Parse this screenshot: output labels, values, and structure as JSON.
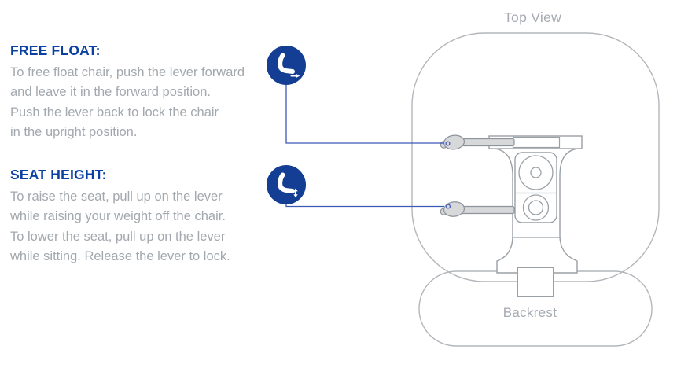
{
  "colors": {
    "heading_blue": "#0a40a2",
    "body_gray": "#a3a8ae",
    "badge_navy": "#143d94",
    "connector_blue": "#3c58b6",
    "outline_light_gray": "#b3b7bb",
    "mechanism_gray": "#99a0a6",
    "lever_fill_gray": "#d6d8da"
  },
  "instructions": {
    "free_float": {
      "heading": "FREE FLOAT:",
      "lines": [
        "To free float chair, push the lever forward",
        "and leave it in the forward position.",
        "Push the lever back to lock the chair",
        "in the upright position."
      ],
      "icon": "chair-recline-lever-icon"
    },
    "seat_height": {
      "heading": "SEAT HEIGHT:",
      "lines": [
        "To raise the seat, pull up on the lever",
        "while raising your weight off the chair.",
        "To lower the seat, pull up on the lever",
        "while sitting. Release the lever to lock."
      ],
      "icon": "chair-height-lever-icon"
    }
  },
  "diagram": {
    "top_view_label": "Top View",
    "backrest_label": "Backrest"
  }
}
